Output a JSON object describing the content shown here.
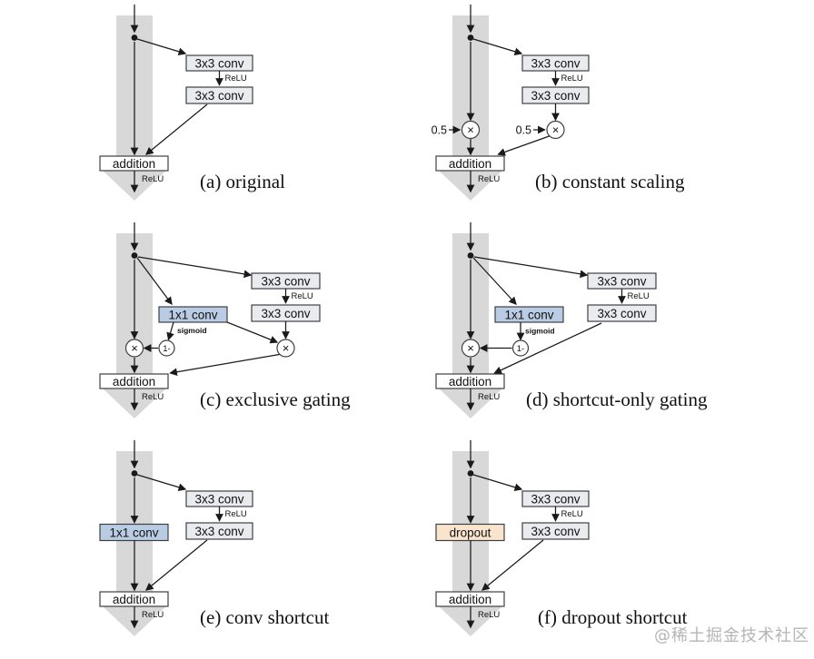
{
  "figure": {
    "panels": [
      {
        "id": "a",
        "caption": "(a) original"
      },
      {
        "id": "b",
        "caption": "(b) constant scaling"
      },
      {
        "id": "c",
        "caption": "(c) exclusive gating"
      },
      {
        "id": "d",
        "caption": "(d) shortcut-only gating"
      },
      {
        "id": "e",
        "caption": "(e) conv shortcut"
      },
      {
        "id": "f",
        "caption": "(f) dropout shortcut"
      }
    ]
  },
  "labels": {
    "conv3x3": "3x3 conv",
    "conv1x1": "1x1 conv",
    "dropout": "dropout",
    "addition": "addition",
    "relu": "ReLU",
    "sigmoid": "sigmoid",
    "multiply": "×",
    "one_minus": "1-",
    "scale": "0.5"
  },
  "colors": {
    "conv_fill": "#e9ebef",
    "gate_fill": "#b9cce4",
    "dropout_fill": "#fbe4cd",
    "addition_fill": "#ffffff",
    "node_fill": "#ffffff",
    "band": "#d8d8d8",
    "line": "#1a1a1a",
    "border": "#3c4043",
    "text": "#111111",
    "caption": "#111111",
    "watermark": "#b5b5b5"
  },
  "watermark": "@稀土掘金技术社区"
}
